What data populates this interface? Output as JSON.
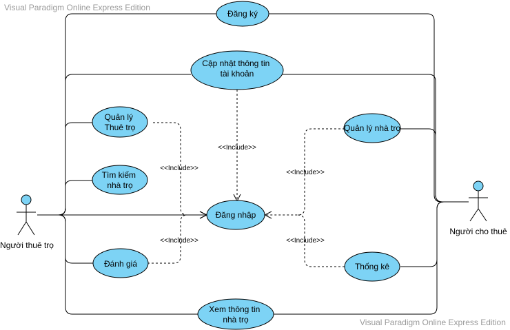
{
  "watermarks": {
    "top": "Visual Paradigm Online Express Edition",
    "bottom": "Visual Paradigm Online Express Edition"
  },
  "actors": {
    "tenant": "Người thuê trọ",
    "landlord": "Người cho thuê"
  },
  "use_cases": {
    "register": [
      "Đăng ký"
    ],
    "update_account": [
      "Cập nhật thông tin",
      "tài khoản"
    ],
    "manage_rentals": [
      "Quản lý",
      "Thuê trọ"
    ],
    "search_rooms": [
      "Tìm kiếm",
      "nhà trọ"
    ],
    "login": [
      "Đăng nhập"
    ],
    "rate": [
      "Đánh giá"
    ],
    "view_info": [
      "Xem thông tin",
      "nhà trọ"
    ],
    "manage_houses": [
      "Quản lý nhà trọ"
    ],
    "statistics": [
      "Thống kê"
    ]
  },
  "include_labels": {
    "top": "<<Include>>",
    "left_upper": "<<Include>>",
    "left_lower": "<<Include>>",
    "right_upper": "<<Include>>",
    "right_lower": "<<Include>>"
  },
  "colors": {
    "use_case_fill": "#7dd3f5",
    "actor_fill": "#7dd3f5",
    "line": "#000000"
  }
}
